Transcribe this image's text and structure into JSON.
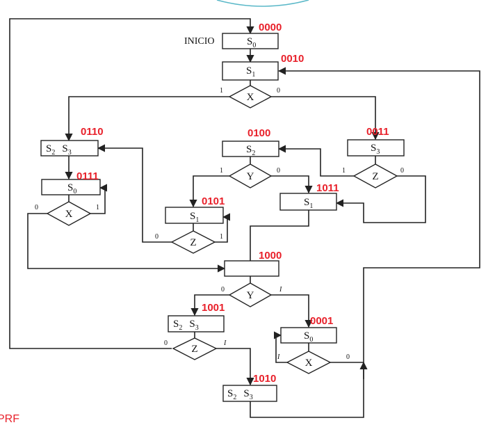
{
  "start_label": "INICIO",
  "corner_text": "PRF",
  "states": {
    "s0_top": {
      "name": "S",
      "sub": "0",
      "code": "0000"
    },
    "s1_top": {
      "name": "S",
      "sub": "1",
      "code": "0010"
    },
    "s23_left": {
      "name": "S",
      "sub": "2",
      "name2": "S",
      "sub2": "3",
      "code": "0110"
    },
    "s0_left": {
      "name": "S",
      "sub": "0",
      "code": "0111"
    },
    "s2_mid": {
      "name": "S",
      "sub": "2",
      "code": "0100"
    },
    "s3_right": {
      "name": "S",
      "sub": "3",
      "code": "0011"
    },
    "s1_mid": {
      "name": "S",
      "sub": "1",
      "code": "0101"
    },
    "s1_right": {
      "name": "S",
      "sub": "1",
      "code": "1011"
    },
    "empty_mid": {
      "code": "1000"
    },
    "s23_low": {
      "name": "S",
      "sub": "2",
      "name2": "S",
      "sub2": "3",
      "code": "1001"
    },
    "s0_low": {
      "name": "S",
      "sub": "0",
      "code": "0001"
    },
    "s23_bottom": {
      "name": "S",
      "sub": "2",
      "name2": "S",
      "sub2": "3",
      "code": "1010"
    }
  },
  "decisions": {
    "x_top": {
      "var": "X",
      "left": "1",
      "right": "0"
    },
    "y_mid": {
      "var": "Y",
      "left": "1",
      "right": "0"
    },
    "z_right": {
      "var": "Z",
      "left": "1",
      "right": "0"
    },
    "x_left": {
      "var": "X",
      "left": "0",
      "right": "1"
    },
    "z_mid": {
      "var": "Z",
      "left": "0",
      "right": "1"
    },
    "y_low": {
      "var": "Y",
      "left": "0",
      "right": "I"
    },
    "z_low": {
      "var": "Z",
      "left": "0",
      "right": "I"
    },
    "x_low": {
      "var": "X",
      "left": "I",
      "right": "0"
    }
  }
}
